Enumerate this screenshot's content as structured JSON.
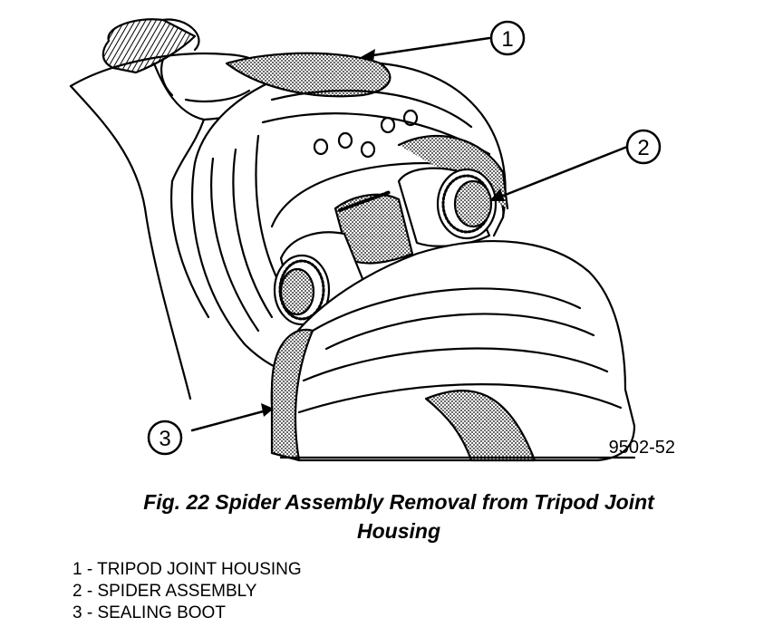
{
  "figure": {
    "caption_line1": "Fig. 22 Spider Assembly Removal from Tripod Joint",
    "caption_line2": "Housing",
    "code": "9502-52"
  },
  "callouts": [
    {
      "number": "1"
    },
    {
      "number": "2"
    },
    {
      "number": "3"
    }
  ],
  "legend": [
    "1 - TRIPOD JOINT HOUSING",
    "2 - SPIDER ASSEMBLY",
    "3 - SEALING BOOT"
  ]
}
